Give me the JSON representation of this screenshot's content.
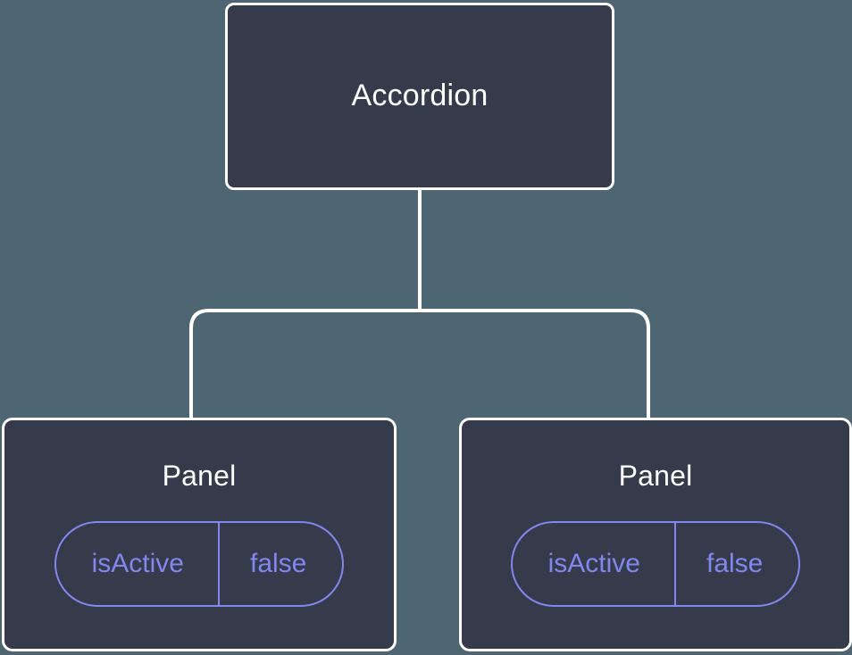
{
  "diagram": {
    "type": "component-tree",
    "background_color": "#4d6672",
    "node_fill_color": "#353b4a",
    "node_border_color": "#ffffff",
    "connector_color": "#ffffff",
    "accent_color": "#8187ee",
    "root": {
      "title": "Accordion"
    },
    "children": [
      {
        "title": "Panel",
        "props": [
          {
            "key": "isActive",
            "value": "false"
          }
        ]
      },
      {
        "title": "Panel",
        "props": [
          {
            "key": "isActive",
            "value": "false"
          }
        ]
      }
    ]
  }
}
